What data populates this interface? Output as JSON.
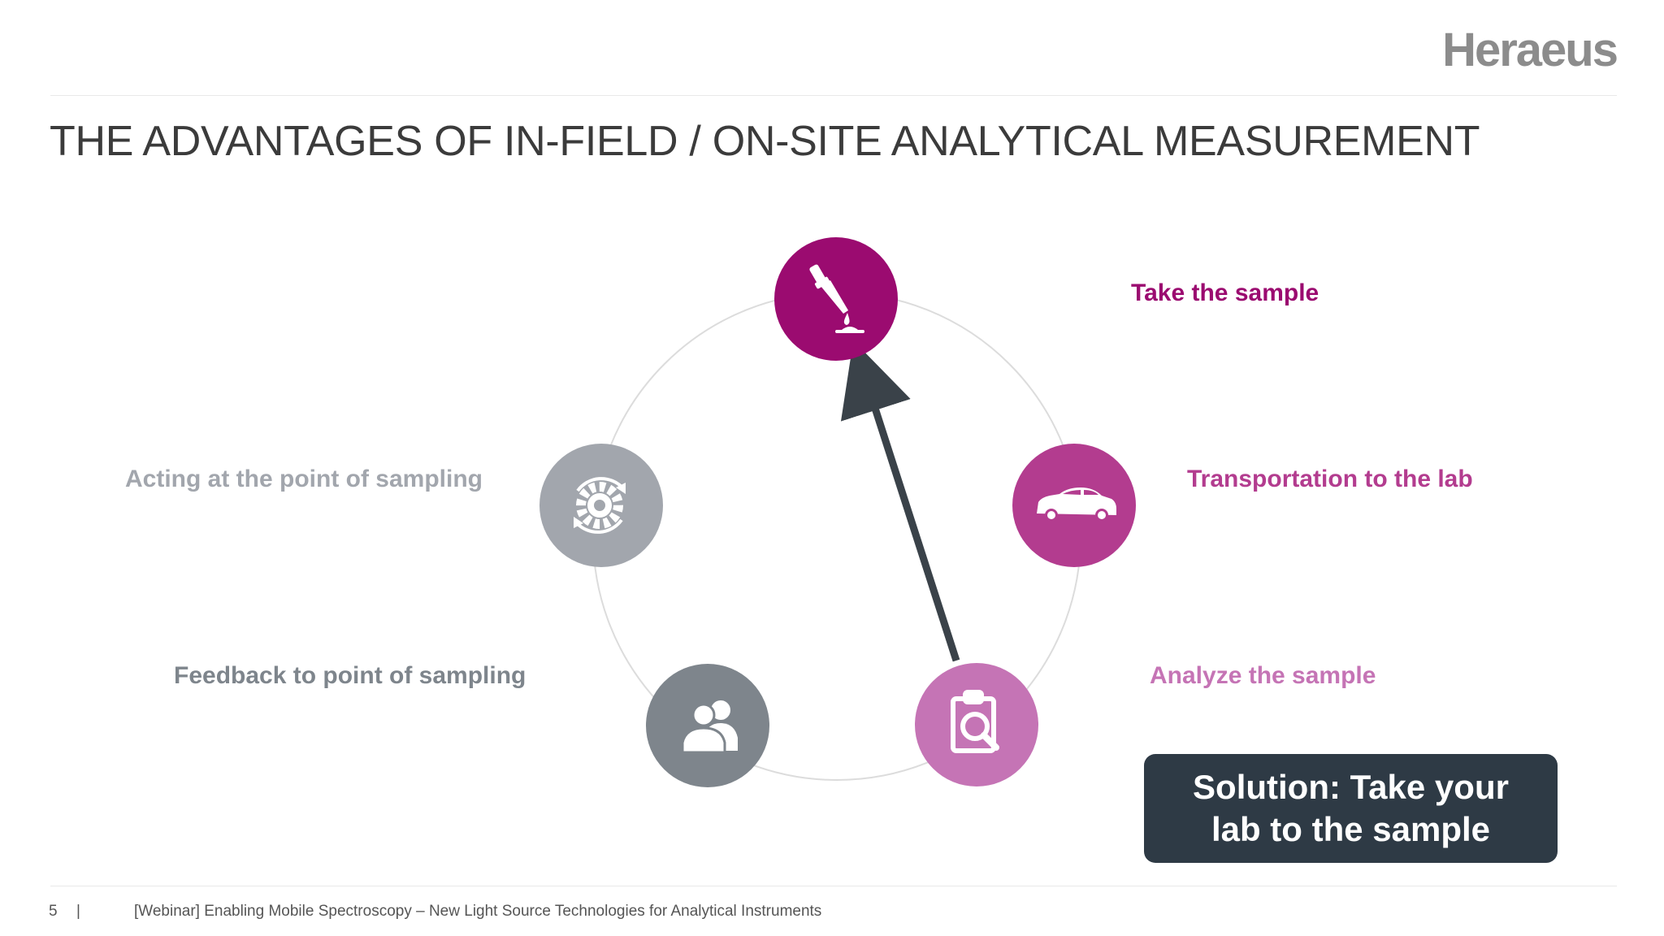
{
  "header": {
    "logo_text": "Heraeus",
    "title": "THE ADVANTAGES OF IN-FIELD / ON-SITE ANALYTICAL MEASUREMENT"
  },
  "cycle": {
    "steps": [
      {
        "label": "Take the sample",
        "icon": "pipette-icon",
        "color": "#9b0b70"
      },
      {
        "label": "Transportation to the lab",
        "icon": "car-icon",
        "color": "#b33c8f"
      },
      {
        "label": "Analyze the sample",
        "icon": "clipboard-magnifier-icon",
        "color": "#c574b5"
      },
      {
        "label": "Feedback to point of sampling",
        "icon": "people-icon",
        "color": "#7e858c"
      },
      {
        "label": "Acting at the point of sampling",
        "icon": "gear-cycle-icon",
        "color": "#a2a6ad"
      }
    ],
    "shortcut_arrow": {
      "from": "Analyze the sample",
      "to": "Take the sample",
      "color": "#3a4249"
    }
  },
  "solution": {
    "text": "Solution: Take your lab to the sample",
    "background": "#2e3a45"
  },
  "footer": {
    "page_number": "5",
    "separator": "|",
    "text": "[Webinar] Enabling Mobile Spectroscopy – New Light Source Technologies for Analytical Instruments"
  }
}
